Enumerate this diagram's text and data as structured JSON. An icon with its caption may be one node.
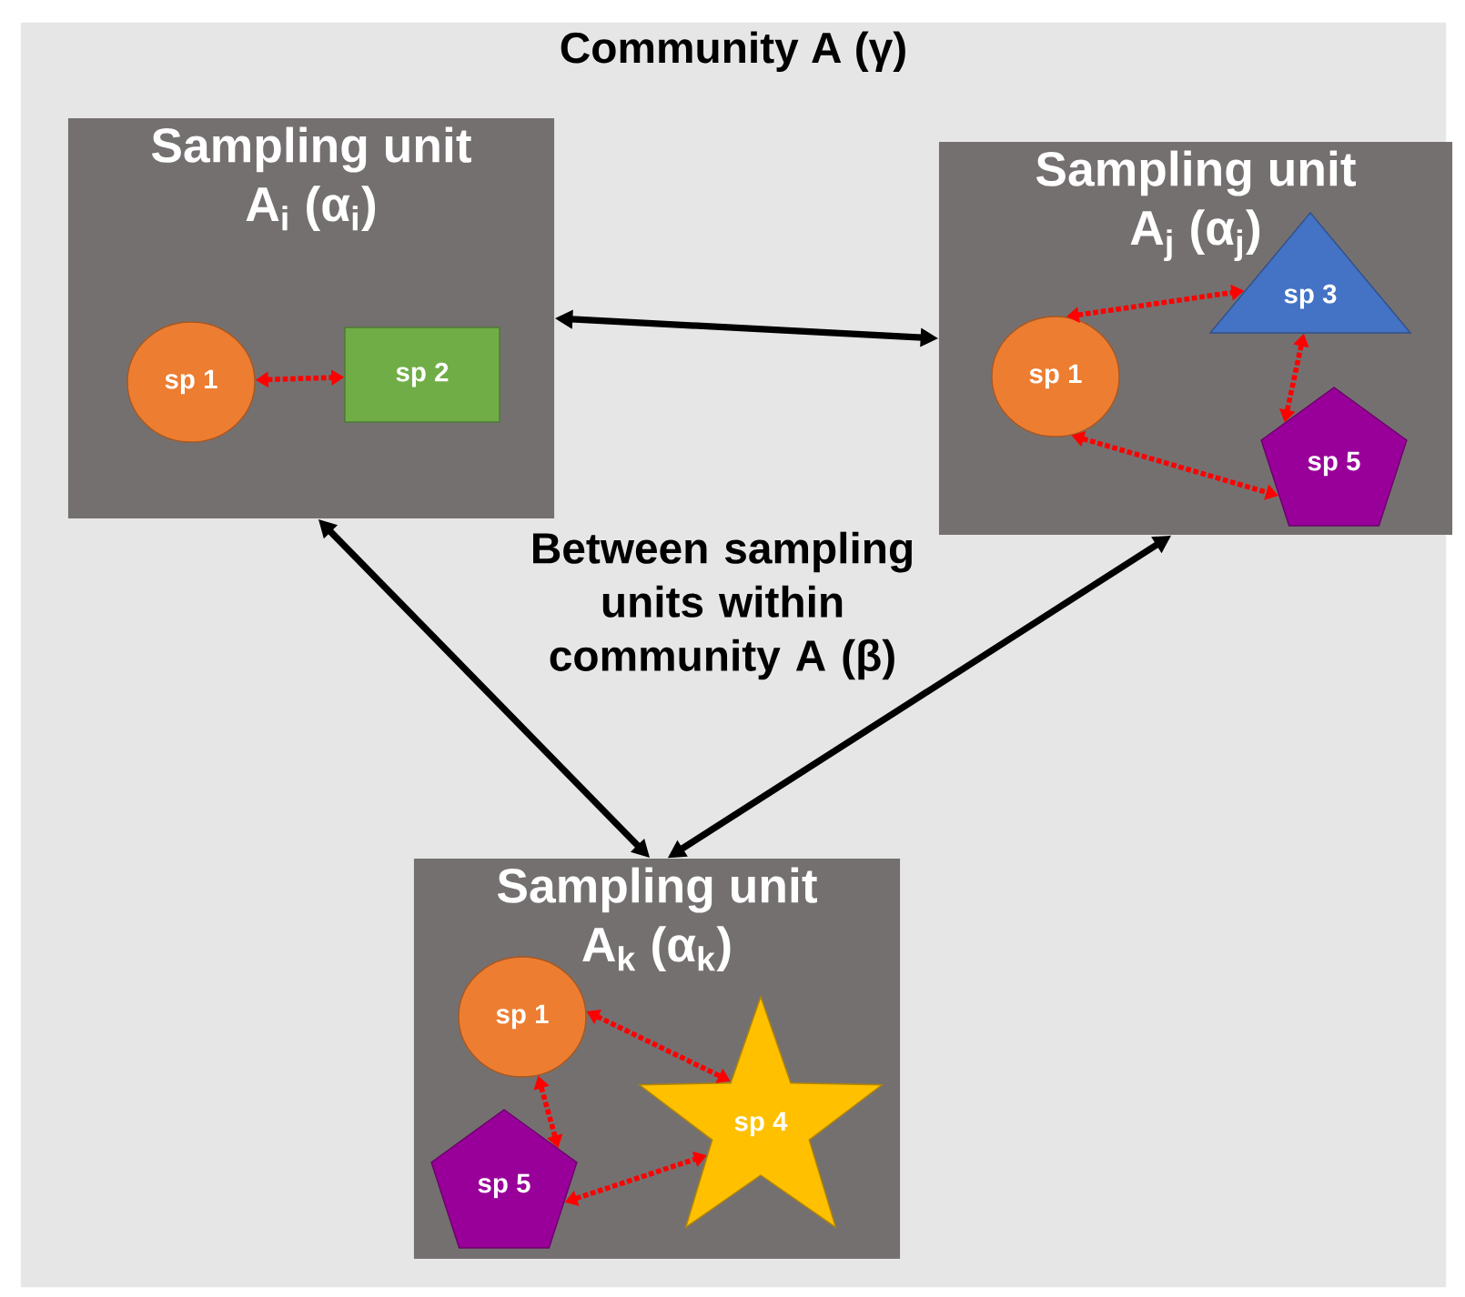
{
  "diagram": {
    "nodes": [
      {
        "text": [
          "Community A (γ)"
        ]
      },
      {
        "text": [
          "Sampling unit A$_{i}$ (α$_{i}$)"
        ],
        "in": 0
      },
      {
        "text": [
          "sp 1"
        ],
        "in": 1
      },
      {
        "text": [
          "sp 2"
        ],
        "in": 1
      },
      {
        "text": [
          "Sampling unit A$_{j}$ (α$_{j}$)"
        ],
        "in": 0
      },
      {
        "text": [
          "sp 1"
        ],
        "in": 4
      },
      {
        "text": [
          "sp 3"
        ],
        "in": 4
      },
      {
        "text": [
          "sp 5"
        ],
        "in": 4
      },
      {
        "text": [
          "Sampling unit A$_{k}$ (α$_{k}$)"
        ],
        "in": 0
      },
      {
        "text": [
          "sp 1"
        ],
        "in": 8
      },
      {
        "text": [
          "sp 5"
        ],
        "in": 8
      },
      {
        "text": [
          "sp 4"
        ],
        "in": 8
      }
    ],
    "edges": [
      {
        "from": 1,
        "to": 4,
        "arrow": "both",
        "color": "#000000"
      },
      {
        "from": 1,
        "to": 8,
        "arrow": "both",
        "color": "#000000"
      },
      {
        "from": 4,
        "to": 8,
        "arrow": "both",
        "color": "#000000"
      },
      {
        "from": 2,
        "to": 3,
        "arrow": "both",
        "style": "dashed",
        "color": "#ff0000"
      },
      {
        "from": 5,
        "to": 6,
        "arrow": "both",
        "style": "dashed",
        "color": "#ff0000"
      },
      {
        "from": 6,
        "to": 7,
        "arrow": "both",
        "style": "dashed",
        "color": "#ff0000"
      },
      {
        "from": 5,
        "to": 7,
        "arrow": "both",
        "style": "dashed",
        "color": "#ff0000"
      },
      {
        "from": 9,
        "to": 11,
        "arrow": "both",
        "style": "dashed",
        "color": "#ff0000"
      },
      {
        "from": 9,
        "to": 10,
        "arrow": "both",
        "style": "dashed",
        "color": "#ff0000"
      },
      {
        "from": 10,
        "to": 11,
        "arrow": "both",
        "style": "dashed",
        "color": "#ff0000"
      }
    ],
    "labels": [
      "Between sampling units within community A (β)"
    ]
  }
}
